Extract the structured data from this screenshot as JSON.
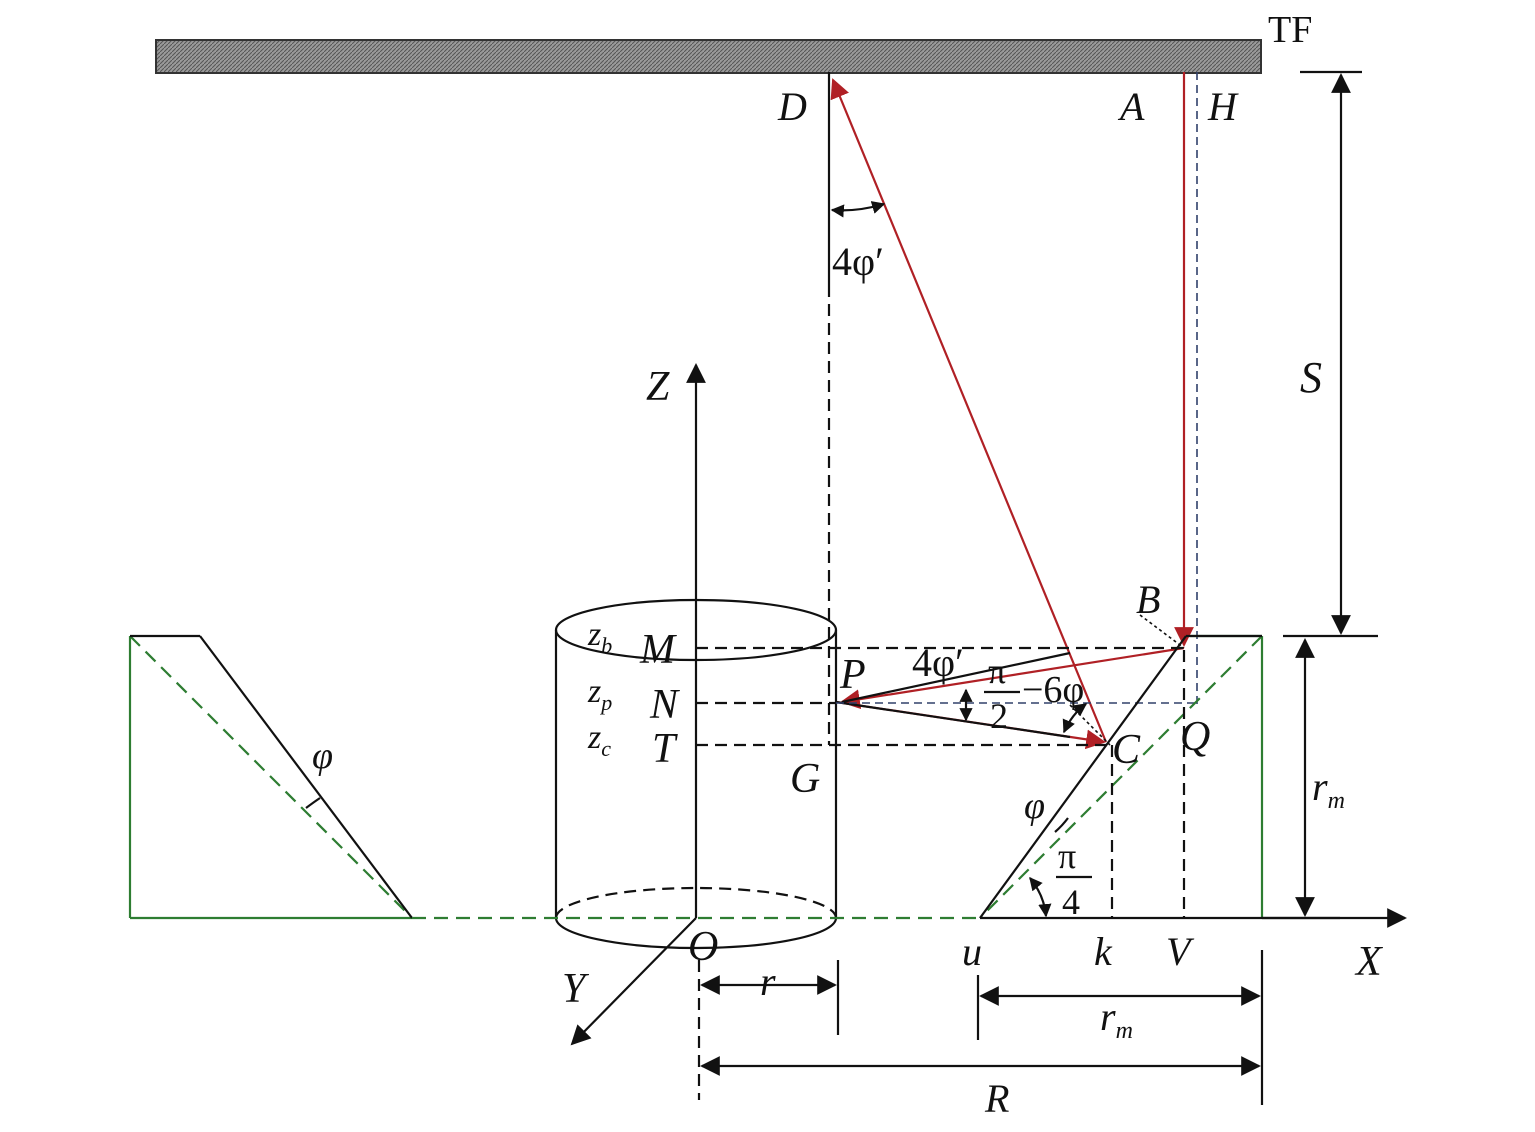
{
  "labels": {
    "tf": "TF",
    "d": "D",
    "a": "A",
    "h": "H",
    "b": "B",
    "four_phi_top": "4φ′",
    "s": "S",
    "z_axis": "Z",
    "zb": "z",
    "zb_sub": "b",
    "zp": "z",
    "zp_sub": "p",
    "zc": "z",
    "zc_sub": "c",
    "m": "M",
    "n": "N",
    "t": "T",
    "p": "P",
    "g": "G",
    "c": "C",
    "q": "Q",
    "four_phi_mid": "4φ′",
    "pi_num": "π",
    "two_den": "2",
    "minus_six_phi": "−6φ",
    "phi_left": "φ",
    "phi_right": "φ",
    "pi_quarter_num": "π",
    "four_den": "4",
    "rm_vert": "r",
    "rm_vert_sub": "m",
    "o": "O",
    "y_axis": "Y",
    "x_axis": "X",
    "u": "u",
    "k": "k",
    "v": "V",
    "r_small": "r",
    "rm_dim": "r",
    "rm_dim_sub": "m",
    "r_big": "R"
  },
  "colors": {
    "ink": "#111111",
    "ray_red": "#b02025",
    "green_outline": "#2e7d32",
    "blue_dash": "#30406a",
    "screen_fill": "#8a8a8a"
  }
}
